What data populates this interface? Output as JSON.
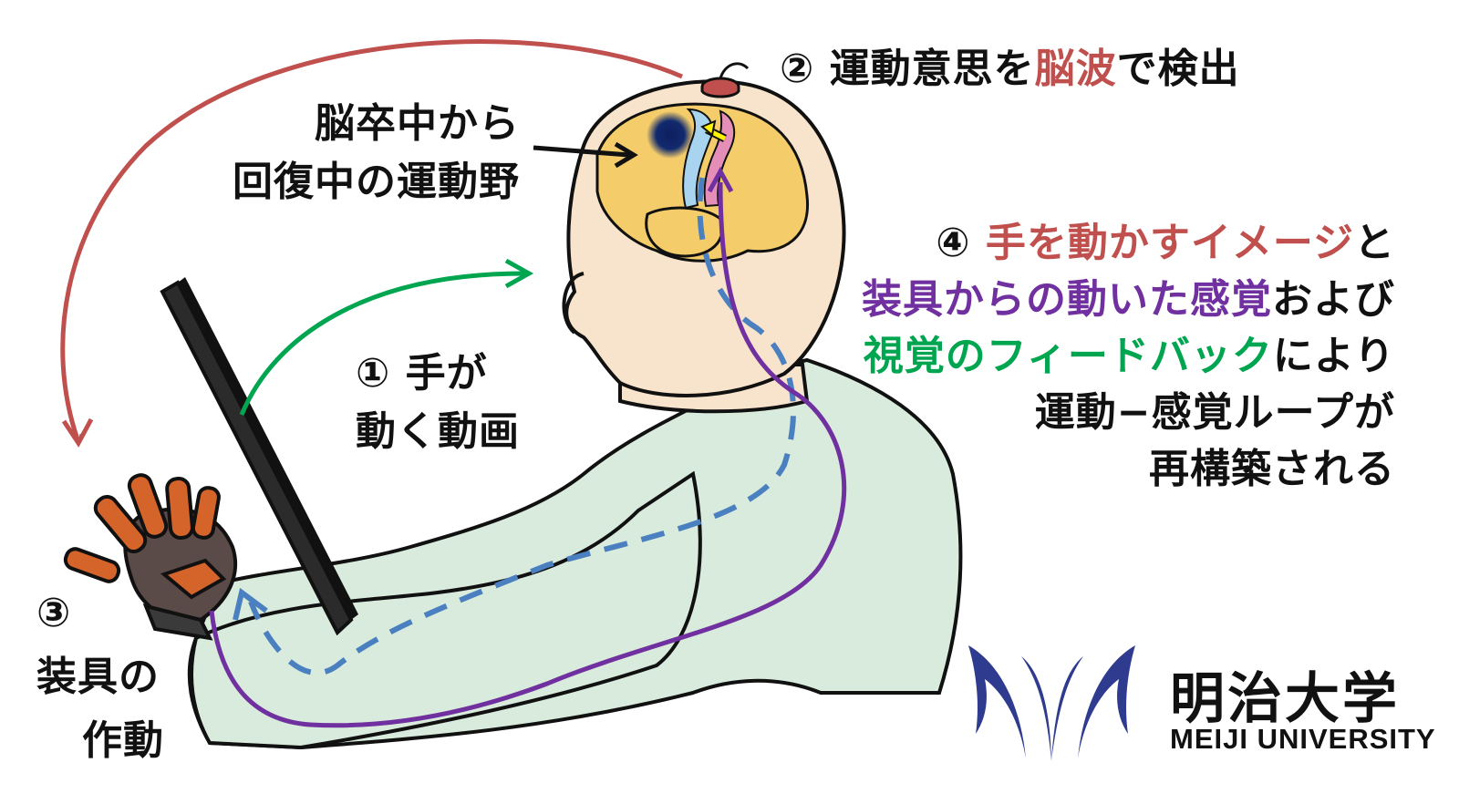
{
  "step1": {
    "num": "①",
    "line1": "手が",
    "line2": "動く動画"
  },
  "step2": {
    "num": "②",
    "pre": "運動意思を",
    "highlight": "脳波",
    "post": "で検出"
  },
  "step3": {
    "num": "③",
    "line1": "装具の",
    "line2": "作動"
  },
  "step4": {
    "num": "④",
    "line1_red": "手を動かすイメージ",
    "line1_post": "と",
    "line2_purple": "装具からの動いた感覚",
    "line2_post": "および",
    "line3_green": "視覚のフィードバック",
    "line3_post": "により",
    "line4": "運動−感覚ループが",
    "line5": "再構築される"
  },
  "brain_label": {
    "line1": "脳卒中から",
    "line2": "回復中の運動野"
  },
  "logo": {
    "jp": "明治大学",
    "en": "MEIJI UNIVERSITY"
  },
  "colors": {
    "red": "#c0504d",
    "purple": "#7030a0",
    "green": "#00a550",
    "dashed_blue": "#4a7fc0",
    "skin": "#f8e4cc",
    "brain": "#f4cc6a",
    "shirt": "#d8ebdc",
    "glove": "#d5642a",
    "logo_blue": "#2e3b8e"
  }
}
